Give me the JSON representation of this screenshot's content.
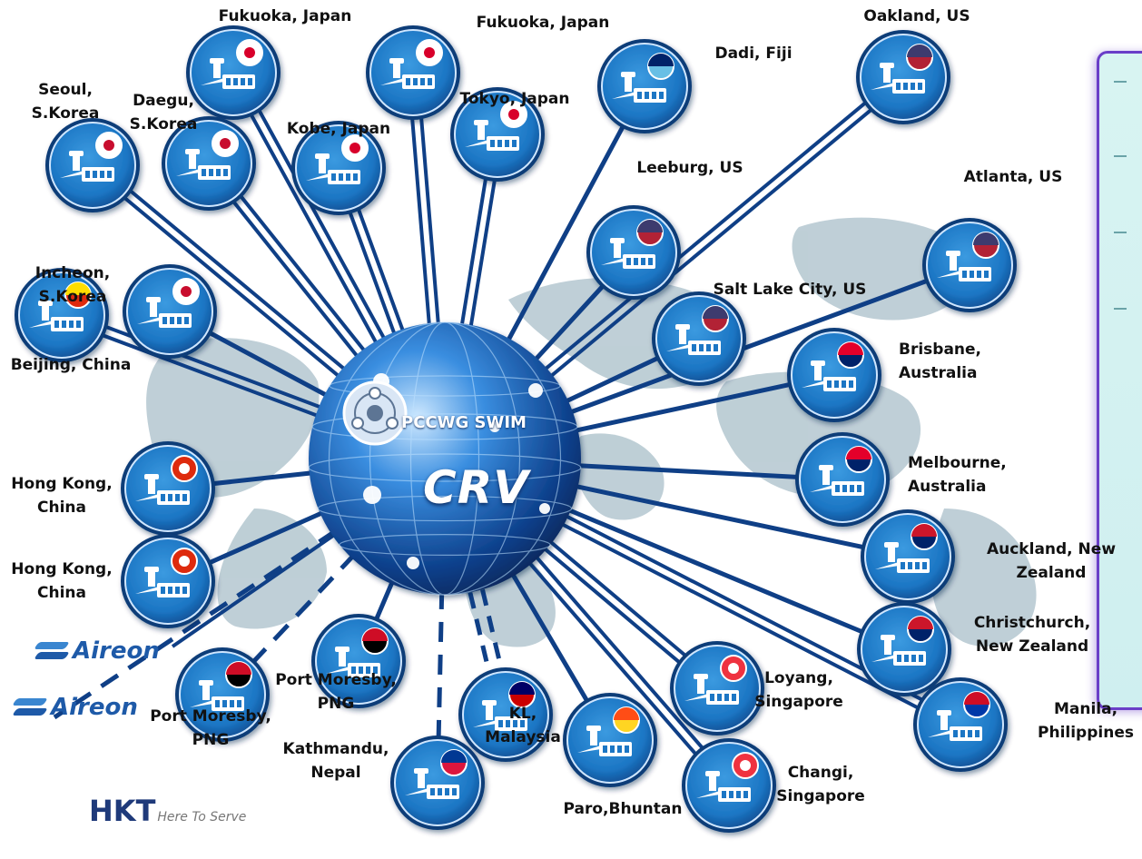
{
  "hub": {
    "icon_name": "network-hub-icon",
    "label": "PCCWG SWIM",
    "title": "CRV"
  },
  "nodes": [
    {
      "id": "fukuoka-1",
      "flag": "japan",
      "label": [
        "Fukuoka, Japan"
      ]
    },
    {
      "id": "fukuoka-2",
      "flag": "japan",
      "label": [
        "Fukuoka, Japan"
      ]
    },
    {
      "id": "dadi",
      "flag": "fiji",
      "label": [
        "Dadi, Fiji"
      ]
    },
    {
      "id": "oakland",
      "flag": "us",
      "label": [
        "Oakland, US"
      ]
    },
    {
      "id": "seoul",
      "flag": "korea",
      "label": [
        "Seoul,",
        "S.Korea"
      ]
    },
    {
      "id": "daegu",
      "flag": "korea",
      "label": [
        "Daegu,",
        "S.Korea"
      ]
    },
    {
      "id": "kobe",
      "flag": "japan",
      "label": [
        "Kobe, Japan"
      ]
    },
    {
      "id": "tokyo",
      "flag": "japan",
      "label": [
        "Tokyo, Japan"
      ]
    },
    {
      "id": "leeburg",
      "flag": "us",
      "label": [
        "Leeburg, US"
      ]
    },
    {
      "id": "atlanta",
      "flag": "us",
      "label": [
        "Atlanta, US"
      ]
    },
    {
      "id": "incheon",
      "flag": "korea",
      "label": [
        "Incheon,",
        "S.Korea"
      ]
    },
    {
      "id": "saltlake",
      "flag": "us",
      "label": [
        "Salt Lake City, US"
      ]
    },
    {
      "id": "brisbane",
      "flag": "australia",
      "label": [
        "Brisbane,",
        "Australia"
      ]
    },
    {
      "id": "beijing",
      "flag": "china",
      "label": [
        "Beijing, China"
      ]
    },
    {
      "id": "melbourne",
      "flag": "australia",
      "label": [
        "Melbourne,",
        "Australia"
      ]
    },
    {
      "id": "hongkong-1",
      "flag": "hongkong",
      "label": [
        "Hong Kong,",
        "China"
      ]
    },
    {
      "id": "hongkong-2",
      "flag": "hongkong",
      "label": [
        "Hong Kong,",
        "China"
      ]
    },
    {
      "id": "auckland",
      "flag": "nz",
      "label": [
        "Auckland, New",
        "Zealand"
      ]
    },
    {
      "id": "christchurch",
      "flag": "nz",
      "label": [
        "Christchurch,",
        "New Zealand"
      ]
    },
    {
      "id": "portmoresby-1",
      "flag": "png",
      "label": [
        "Port Moresby,",
        "PNG"
      ]
    },
    {
      "id": "portmoresby-2",
      "flag": "png",
      "label": [
        "Port Moresby,",
        "PNG"
      ]
    },
    {
      "id": "kathmandu",
      "flag": "nepal",
      "label": [
        "Kathmandu,",
        "Nepal"
      ]
    },
    {
      "id": "kl",
      "flag": "malaysia",
      "label": [
        "KL,",
        "Malaysia"
      ]
    },
    {
      "id": "paro",
      "flag": "bhutan",
      "label": [
        "Paro,Bhuntan"
      ]
    },
    {
      "id": "loyang",
      "flag": "singapore",
      "label": [
        "Loyang,",
        "Singapore"
      ]
    },
    {
      "id": "changi",
      "flag": "singapore",
      "label": [
        "Changi,",
        "Singapore"
      ]
    },
    {
      "id": "manila",
      "flag": "philippines",
      "label": [
        "Manila,",
        "Philippines"
      ]
    }
  ],
  "logos": {
    "aireon_1": "Aireon",
    "aireon_2": "Aireon",
    "hkt": "HKT",
    "hkt_tagline": "Here To Serve"
  },
  "colors": {
    "link": "#0f3f86",
    "badge_outer": "#0d4a8e",
    "badge_inner": "#1c76c4",
    "map": "#a9bfc9"
  }
}
